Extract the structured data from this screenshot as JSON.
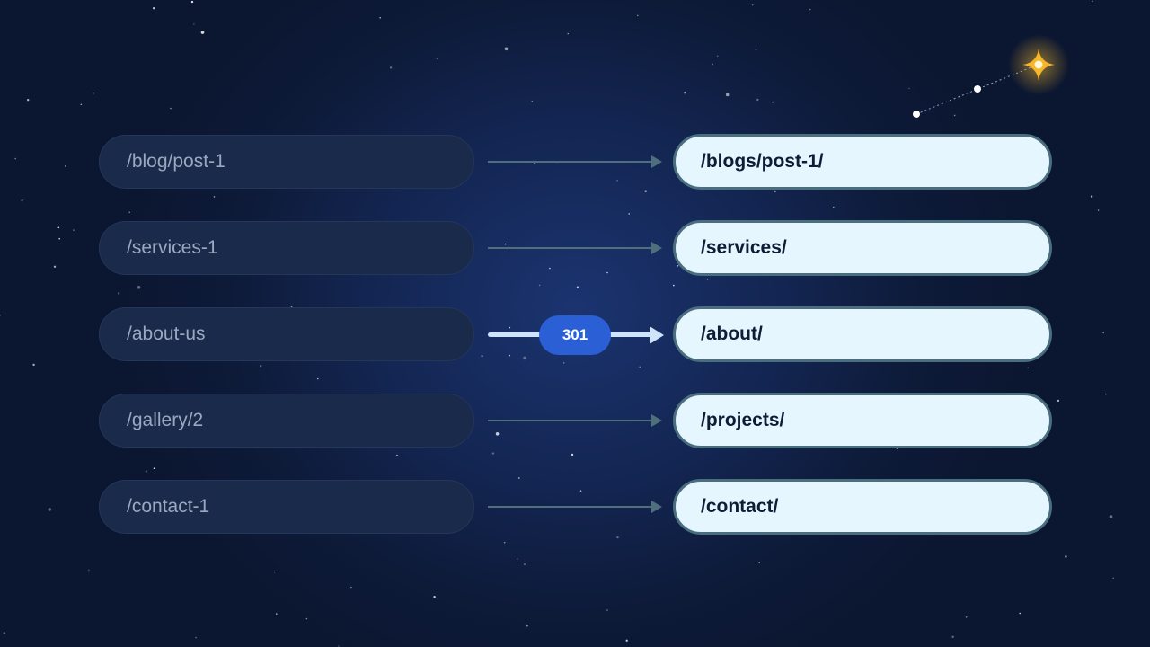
{
  "redirects": [
    {
      "from": "/blog/post-1",
      "to": "/blogs/post-1/"
    },
    {
      "from": "/services-1",
      "to": "/services/"
    },
    {
      "from": "/about-us",
      "to": "/about/",
      "status": "301"
    },
    {
      "from": "/gallery/2",
      "to": "/projects/"
    },
    {
      "from": "/contact-1",
      "to": "/contact/"
    }
  ],
  "colors": {
    "background": "#0d1a38",
    "source_pill": "#1a2a4a",
    "target_pill": "#e6f6ff",
    "target_border": "#4a6e7e",
    "arrow": "#4f6f7c",
    "active_arrow": "#cfe3fb",
    "badge": "#2a5fd6",
    "sparkle": "#f5b82e"
  },
  "decorations": {
    "sparkle_icon": "four-point-star-icon",
    "background": "starfield"
  }
}
